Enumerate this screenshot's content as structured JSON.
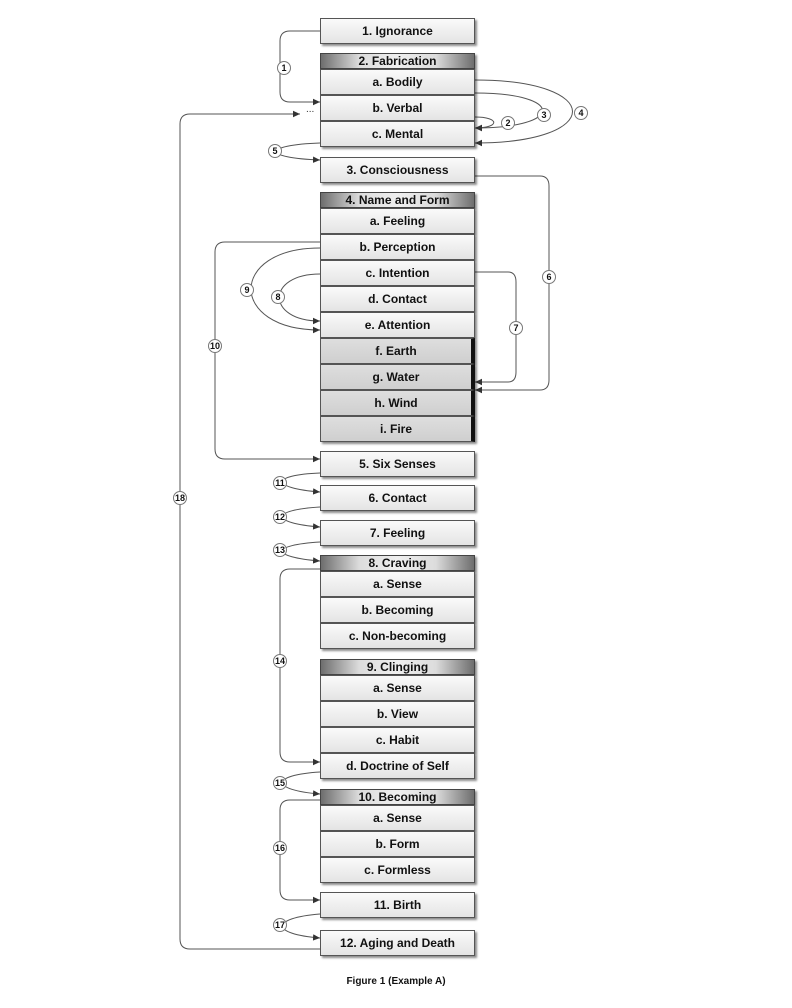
{
  "caption": "Figure 1 (Example A)",
  "ellipsis": "...",
  "groups": [
    {
      "header": "1. Ignorance",
      "items": []
    },
    {
      "header": "2. Fabrication",
      "items": [
        "a. Bodily",
        "b. Verbal",
        "c. Mental"
      ]
    },
    {
      "header": "3. Consciousness",
      "items": []
    },
    {
      "header": "4. Name and Form",
      "items": [
        "a. Feeling",
        "b. Perception",
        "c. Intention",
        "d. Contact",
        "e. Attention",
        "f. Earth",
        "g. Water",
        "h. Wind",
        "i. Fire"
      ]
    },
    {
      "header": "5. Six Senses",
      "items": []
    },
    {
      "header": "6. Contact",
      "items": []
    },
    {
      "header": "7. Feeling",
      "items": []
    },
    {
      "header": "8. Craving",
      "items": [
        "a. Sense",
        "b. Becoming",
        "c. Non-becoming"
      ]
    },
    {
      "header": "9. Clinging",
      "items": [
        "a. Sense",
        "b. View",
        "c. Habit",
        "d. Doctrine of Self"
      ]
    },
    {
      "header": "10. Becoming",
      "items": [
        "a. Sense",
        "b. Form",
        "c. Formless"
      ]
    },
    {
      "header": "11. Birth",
      "items": []
    },
    {
      "header": "12. Aging and Death",
      "items": []
    }
  ],
  "link_labels": [
    "1",
    "2",
    "3",
    "4",
    "5",
    "6",
    "7",
    "8",
    "9",
    "10",
    "11",
    "12",
    "13",
    "14",
    "15",
    "16",
    "17",
    "18"
  ]
}
